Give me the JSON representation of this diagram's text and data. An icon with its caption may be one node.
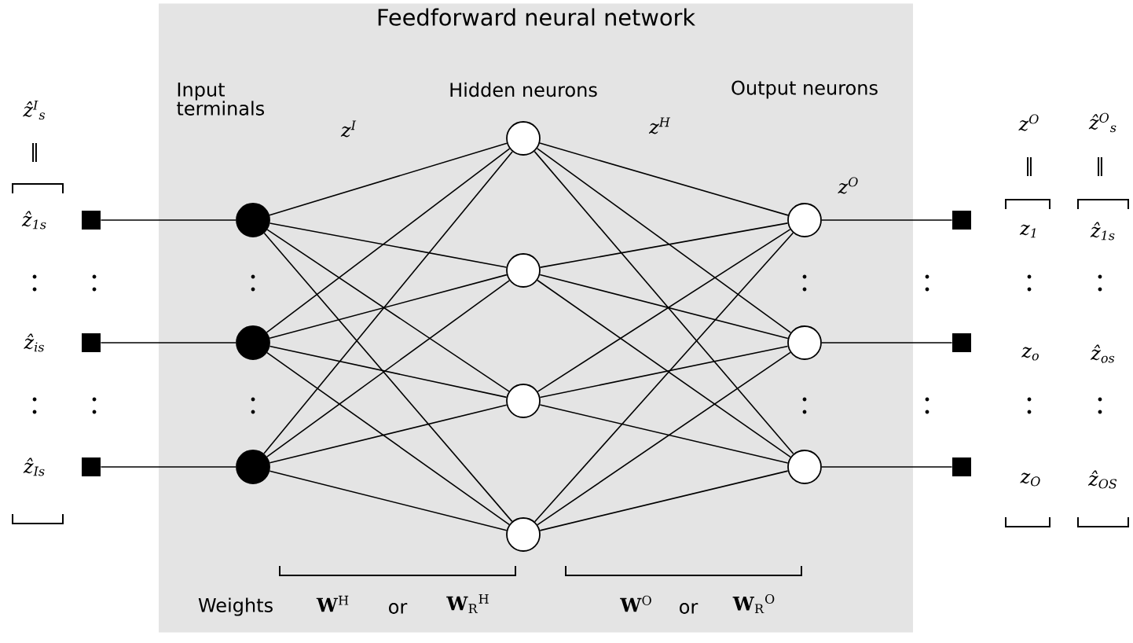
{
  "diagram": {
    "nodes": [
      {
        "text": [
          "Feedforward neural network"
        ]
      },
      {
        "text": [],
        "shape": "box"
      },
      {
        "text": [],
        "shape": "box"
      },
      {
        "text": [],
        "shape": "box"
      },
      {
        "text": [],
        "shape": "circle",
        "in": 0
      },
      {
        "text": [],
        "shape": "circle",
        "in": 0
      },
      {
        "text": [],
        "shape": "circle",
        "in": 0
      },
      {
        "text": [],
        "shape": "circle",
        "in": 0
      },
      {
        "text": [],
        "shape": "circle",
        "in": 0
      },
      {
        "text": [],
        "shape": "circle",
        "in": 0
      },
      {
        "text": [],
        "shape": "circle",
        "in": 0
      },
      {
        "text": [],
        "shape": "circle",
        "in": 0
      },
      {
        "text": [],
        "shape": "circle",
        "in": 0
      },
      {
        "text": [],
        "shape": "circle",
        "in": 0
      },
      {
        "text": [],
        "shape": "box"
      },
      {
        "text": [],
        "shape": "box"
      },
      {
        "text": [],
        "shape": "box"
      }
    ],
    "edges": [
      {
        "from": 1,
        "to": 4,
        "arrow": "none"
      },
      {
        "from": 2,
        "to": 5,
        "arrow": "none"
      },
      {
        "from": 3,
        "to": 6,
        "arrow": "none"
      },
      {
        "from": 4,
        "to": 7,
        "arrow": "none"
      },
      {
        "from": 4,
        "to": 8,
        "arrow": "none"
      },
      {
        "from": 4,
        "to": 9,
        "arrow": "none"
      },
      {
        "from": 4,
        "to": 10,
        "arrow": "none"
      },
      {
        "from": 5,
        "to": 7,
        "arrow": "none"
      },
      {
        "from": 5,
        "to": 8,
        "arrow": "none"
      },
      {
        "from": 5,
        "to": 9,
        "arrow": "none"
      },
      {
        "from": 5,
        "to": 10,
        "arrow": "none"
      },
      {
        "from": 6,
        "to": 7,
        "arrow": "none"
      },
      {
        "from": 6,
        "to": 8,
        "arrow": "none"
      },
      {
        "from": 6,
        "to": 9,
        "arrow": "none"
      },
      {
        "from": 6,
        "to": 10,
        "arrow": "none"
      },
      {
        "from": 7,
        "to": 11,
        "arrow": "none"
      },
      {
        "from": 7,
        "to": 12,
        "arrow": "none"
      },
      {
        "from": 7,
        "to": 13,
        "arrow": "none"
      },
      {
        "from": 8,
        "to": 11,
        "arrow": "none"
      },
      {
        "from": 8,
        "to": 12,
        "arrow": "none"
      },
      {
        "from": 8,
        "to": 13,
        "arrow": "none"
      },
      {
        "from": 9,
        "to": 11,
        "arrow": "none"
      },
      {
        "from": 9,
        "to": 12,
        "arrow": "none"
      },
      {
        "from": 9,
        "to": 13,
        "arrow": "none"
      },
      {
        "from": 10,
        "to": 11,
        "arrow": "none"
      },
      {
        "from": 10,
        "to": 12,
        "arrow": "none"
      },
      {
        "from": 10,
        "to": 13,
        "arrow": "none"
      },
      {
        "from": 11,
        "to": 14,
        "arrow": "none"
      },
      {
        "from": 12,
        "to": 15,
        "arrow": "none"
      },
      {
        "from": 13,
        "to": 16,
        "arrow": "none"
      }
    ],
    "labels": [
      "ẑ$^{I}$$_{s}$",
      "‖",
      "ẑ$_{1s}$",
      "ẑ$_{is}$",
      "ẑ$_{Is}$",
      "Input terminals",
      "Hidden neurons",
      "Output neurons",
      "z$^{I}$",
      "z$^{H}$",
      "z$^{O}$",
      "z$^{O}$",
      "ẑ$^{O}$$_{s}$",
      "‖",
      "‖",
      "z$_{1}$",
      "ẑ$_{1s}$",
      "z$_{o}$",
      "ẑ$_{os}$",
      "z$_{O}$",
      "ẑ$_{OS}$",
      "Weights",
      "**W**$^{H}$",
      "or",
      "**W**$_{R}$$^{H}$",
      "**W**$^{O}$",
      "or",
      "**W**$_{R}$$^{O}$"
    ]
  }
}
